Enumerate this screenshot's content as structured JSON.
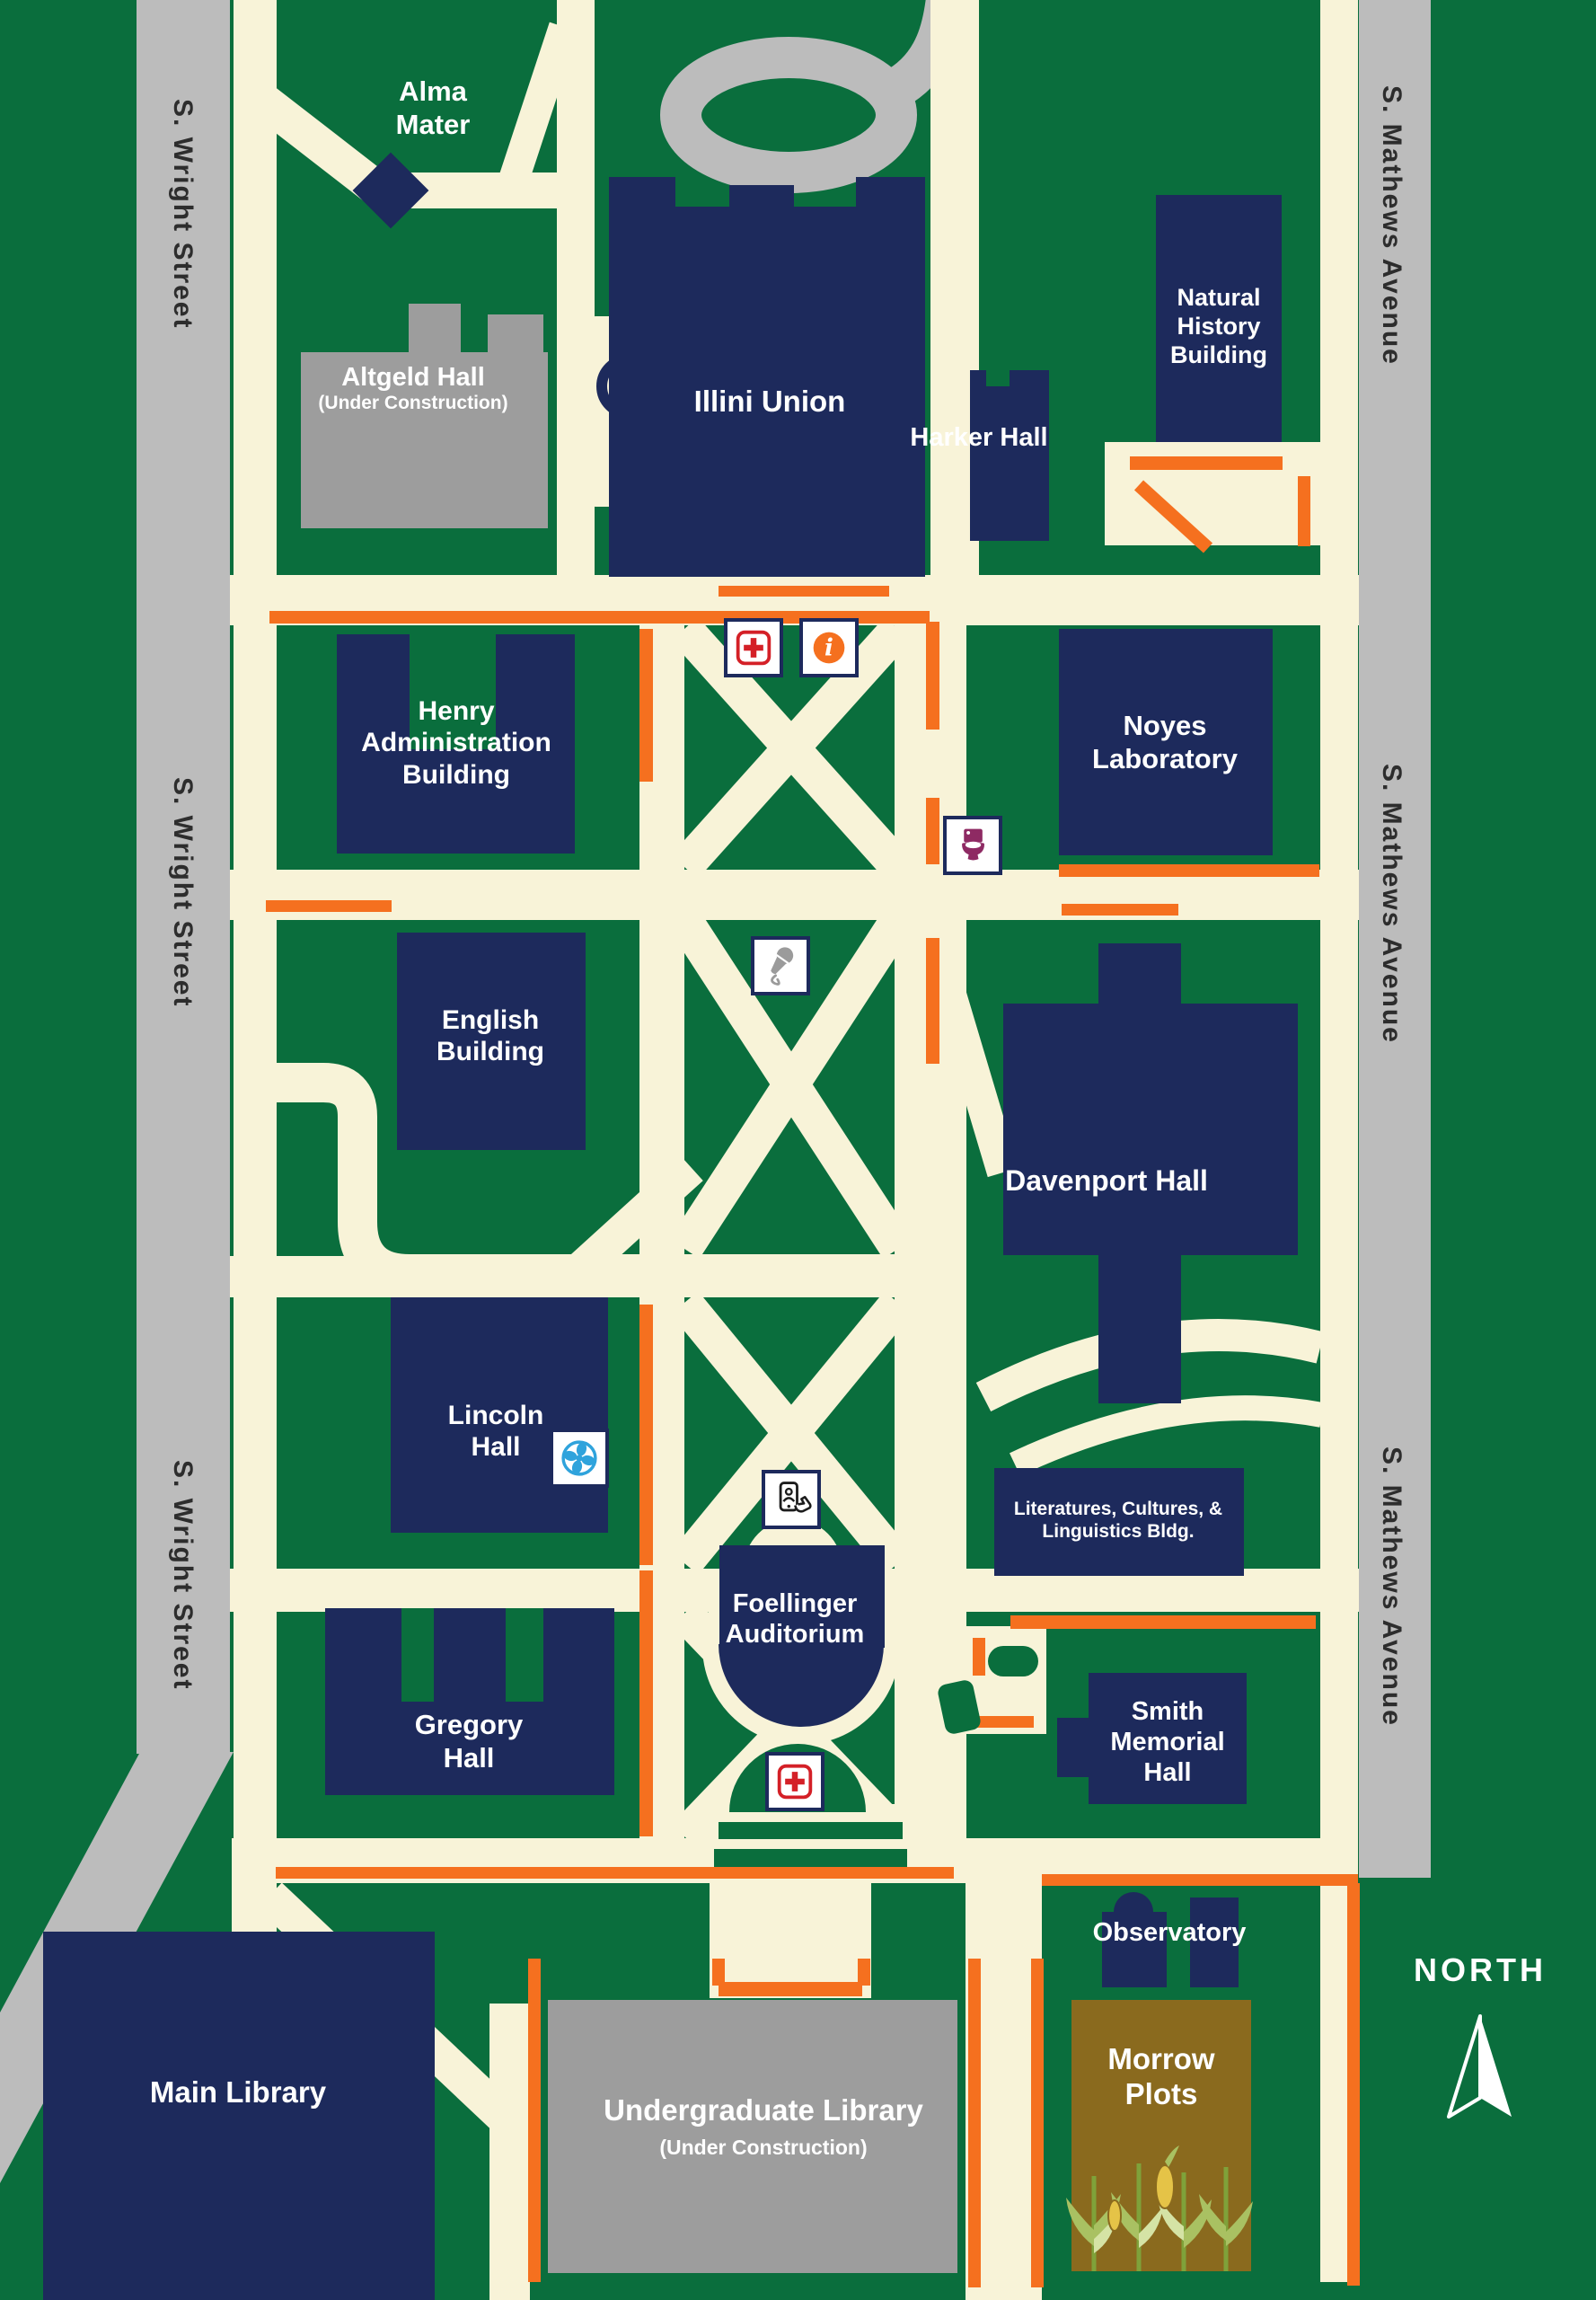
{
  "app": {
    "kind": "campus-quad-map"
  },
  "compass": {
    "label": "NORTH"
  },
  "streets": {
    "west": {
      "name": "S. Wright Street"
    },
    "east": {
      "name": "S. Mathews Avenue"
    }
  },
  "buildings": [
    {
      "id": "alma-mater",
      "name": "Alma Mater",
      "kind": "landmark"
    },
    {
      "id": "altgeld-hall",
      "name": "Altgeld Hall",
      "status": "(Under Construction)"
    },
    {
      "id": "illini-union",
      "name": "Illini Union"
    },
    {
      "id": "harker-hall",
      "name": "Harker Hall"
    },
    {
      "id": "natural-history-building",
      "name": "Natural History Building"
    },
    {
      "id": "henry-administration-building",
      "name": "Henry Administration Building"
    },
    {
      "id": "noyes-laboratory",
      "name": "Noyes Laboratory"
    },
    {
      "id": "english-building",
      "name": "English Building"
    },
    {
      "id": "davenport-hall",
      "name": "Davenport Hall"
    },
    {
      "id": "lincoln-hall",
      "name": "Lincoln Hall"
    },
    {
      "id": "literatures-cultures-linguistics-bldg",
      "name": "Literatures, Cultures, & Linguistics Bldg."
    },
    {
      "id": "gregory-hall",
      "name": "Gregory Hall"
    },
    {
      "id": "foellinger-auditorium",
      "name": "Foellinger Auditorium"
    },
    {
      "id": "smith-memorial-hall",
      "name": "Smith Memorial Hall"
    },
    {
      "id": "main-library",
      "name": "Main Library"
    },
    {
      "id": "undergraduate-library",
      "name": "Undergraduate Library",
      "status": "(Under Construction)"
    },
    {
      "id": "observatory",
      "name": "Observatory"
    },
    {
      "id": "morrow-plots",
      "name": "Morrow Plots"
    }
  ],
  "icons": [
    {
      "type": "first-aid"
    },
    {
      "type": "information"
    },
    {
      "type": "restroom"
    },
    {
      "type": "microphone"
    },
    {
      "type": "fan"
    },
    {
      "type": "mobile-check-in"
    },
    {
      "type": "first-aid"
    }
  ],
  "colors": {
    "grass": "#0a6e3d",
    "path": "#f8f3d8",
    "navy": "#1d2a5c",
    "street": "#bcbcbc",
    "grayb": "#9d9d9d",
    "orange": "#f5701f",
    "brown": "#8a6a1e",
    "street-text": "#2d2d2d",
    "toilet": "#8e2a63",
    "fan": "#2fa3dc",
    "cross": "#d42027"
  }
}
